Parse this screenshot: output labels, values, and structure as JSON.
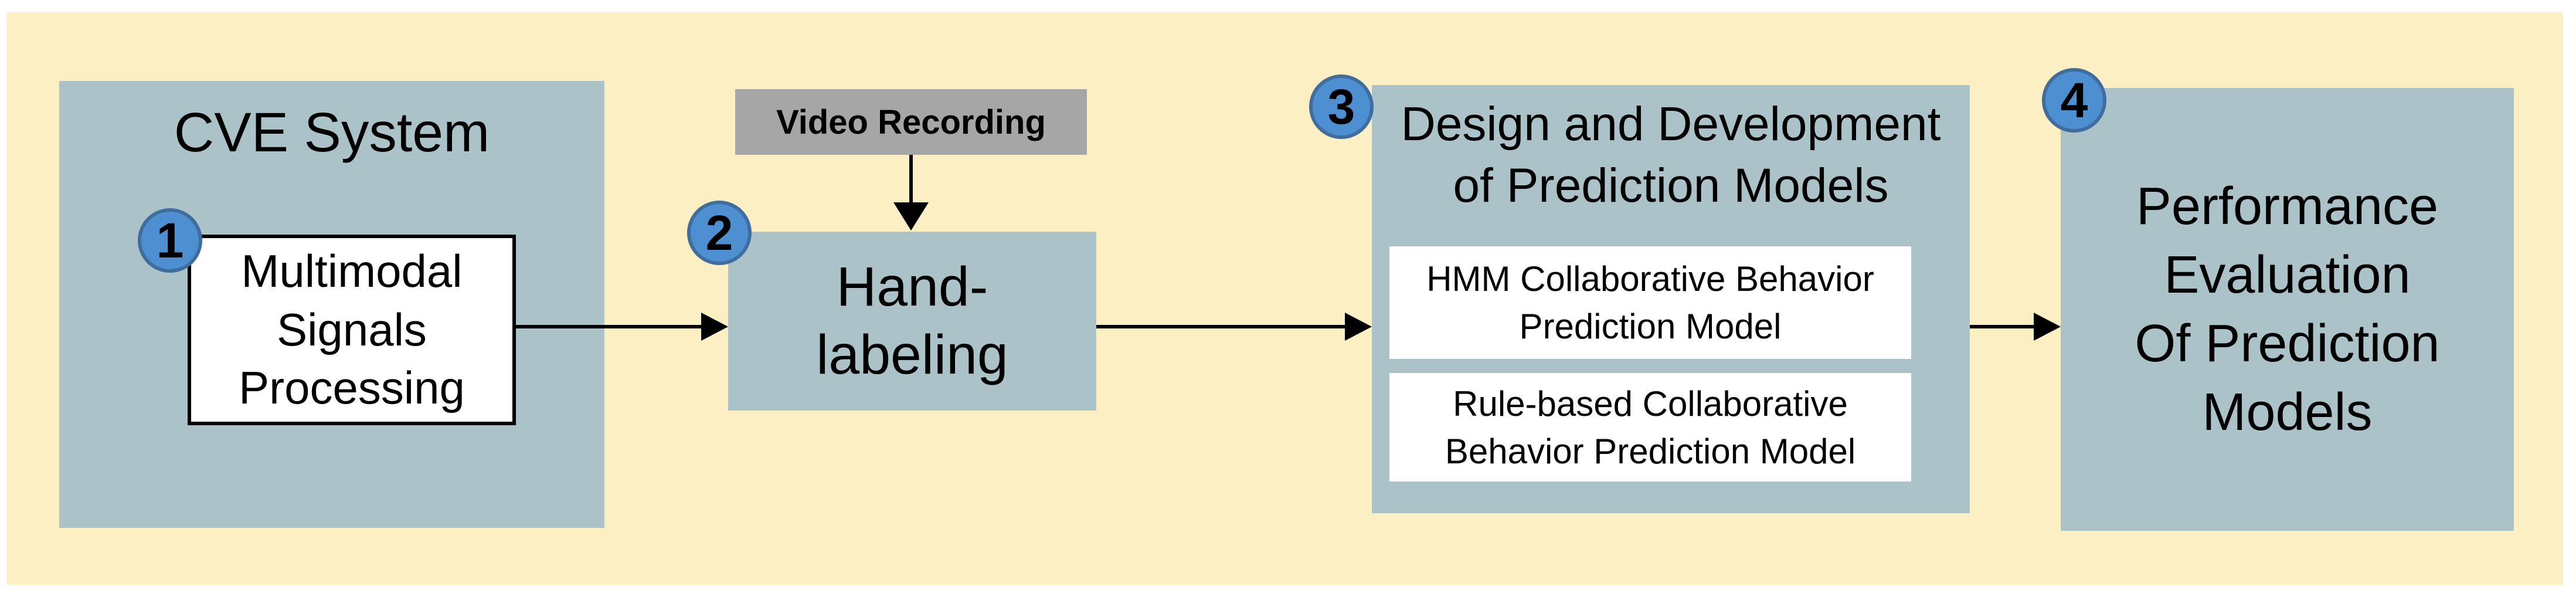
{
  "colors": {
    "page-bg": "#ffffff",
    "panel-bg": "#FCEFC4",
    "box-bg": "#AAC2C8",
    "gray-bg": "#A6A6A6",
    "circle-fill": "#4E8FD2",
    "circle-border": "#3F6E9E",
    "ink": "#000000"
  },
  "steps": {
    "step1": {
      "badge": "1",
      "title": "CVE System",
      "inner_label": "Multimodal\nSignals\nProcessing"
    },
    "step2": {
      "badge": "2",
      "source_label": "Video Recording",
      "label": "Hand-\nlabeling"
    },
    "step3": {
      "badge": "3",
      "title": "Design and Development\nof Prediction Models",
      "models": [
        "HMM Collaborative Behavior\nPrediction Model",
        "Rule-based Collaborative\nBehavior Prediction Model"
      ]
    },
    "step4": {
      "badge": "4",
      "label": "Performance\nEvaluation\nOf Prediction\nModels"
    }
  }
}
